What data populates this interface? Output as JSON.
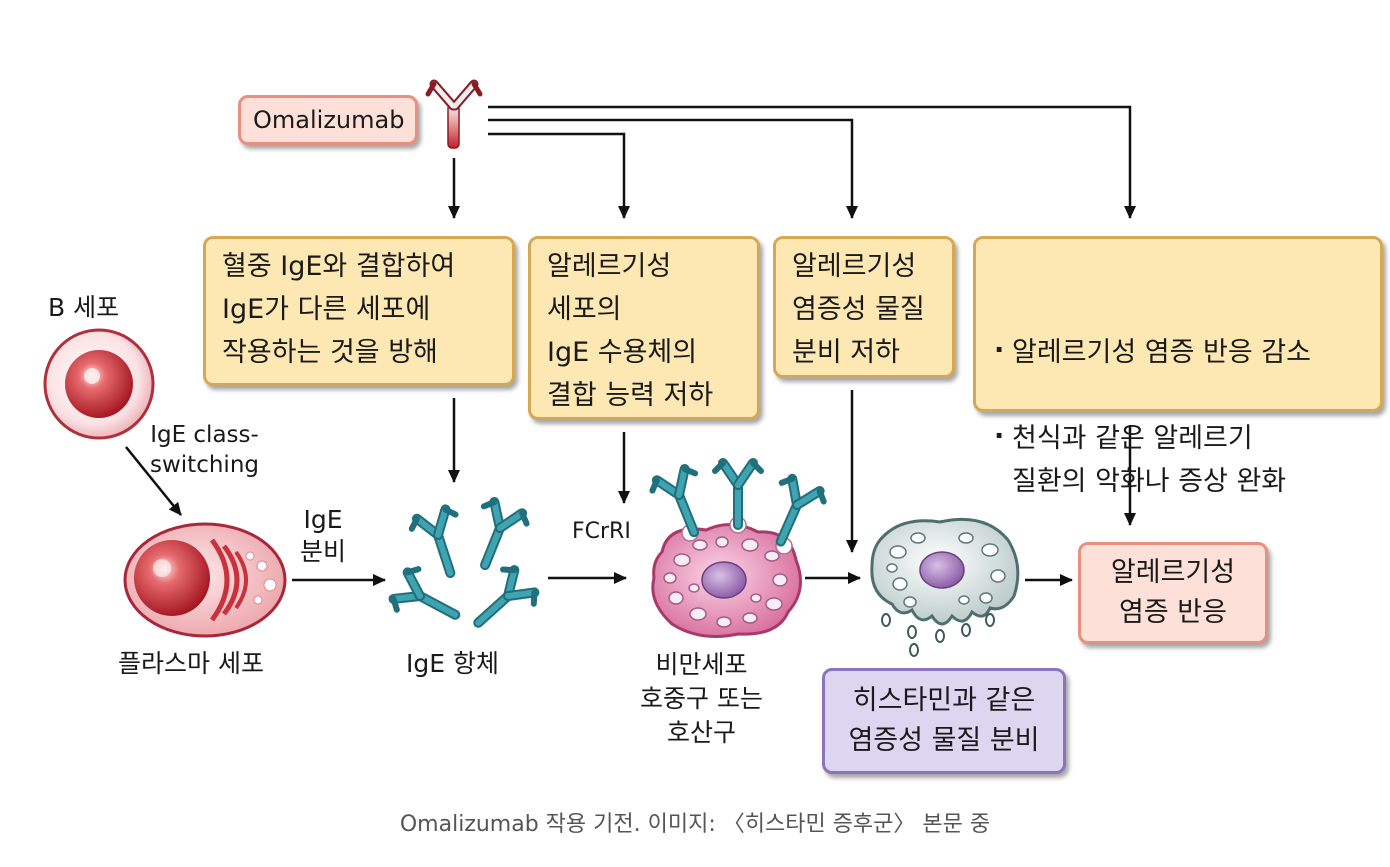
{
  "drug": {
    "name": "Omalizumab"
  },
  "boxes": {
    "block_ige": "혈중 IgE와 결합하여\nIgE가 다른 세포에\n작용하는 것을 방해",
    "receptor": "알레르기성\n세포의\nIgE 수용체의\n결합 능력 저하",
    "mediator": "알레르기성\n염증성 물질\n분비 저하",
    "effects": [
      "알레르기성 염증 반응 감소",
      "천식과 같은 알레르기\n질환의 악화나 증상 완화"
    ],
    "histamine": "히스타민과 같은\n염증성 물질 분비",
    "response": "알레르기성\n염증 반응"
  },
  "labels": {
    "b_cell": "B 세포",
    "class_switching": "IgE class-\nswitching",
    "plasma_cell": "플라스마 세포",
    "ige_secretion": "IgE\n분비",
    "ige_antibody": "IgE 항체",
    "receptor": "FCrRI",
    "mast_cell": "비만세포\n호중구 또는\n호산구"
  },
  "caption": "Omalizumab 작용 기전. 이미지: 〈히스타민 증후군〉 본문 중",
  "colors": {
    "box_yellow": "#fde8b4",
    "box_pink": "#fde0d8",
    "box_purple": "#dcd6f1",
    "antibody_teal": "#2e8d9b",
    "cell_red": "#c8323c",
    "mast_pink": "#e07aa6",
    "nucleus_purple": "#9a6fb0"
  }
}
